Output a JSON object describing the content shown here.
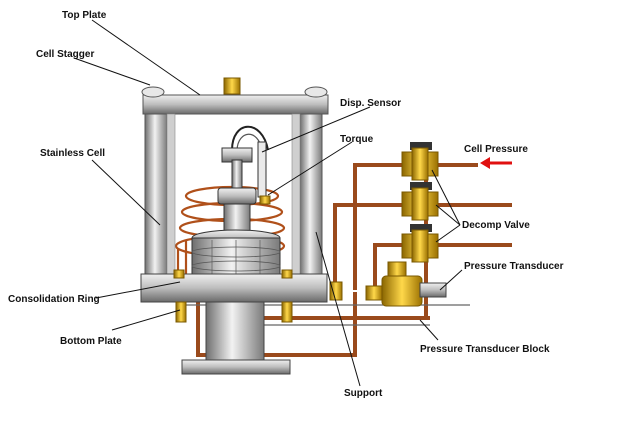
{
  "labels": {
    "top_plate": "Top Plate",
    "cell_stagger": "Cell Stagger",
    "stainless_cell": "Stainless Cell",
    "consolidation_ring": "Consolidation Ring",
    "bottom_plate": "Bottom Plate",
    "disp_sensor": "Disp. Sensor",
    "torque": "Torque",
    "cell_pressure": "Cell Pressure",
    "decomp_valve": "Decomp Valve",
    "pressure_transducer": "Pressure Transducer",
    "pressure_transducer_block": "Pressure Transducer Block",
    "support": "Support"
  },
  "colors": {
    "steel_dark": "#7a7a7a",
    "steel_light": "#e6e6e6",
    "brass": "#d9a400",
    "brass_dark": "#8a6500",
    "copper_pipe": "#9a4a1c",
    "pressure_arrow": "#e01010",
    "leader_line": "#111111"
  }
}
